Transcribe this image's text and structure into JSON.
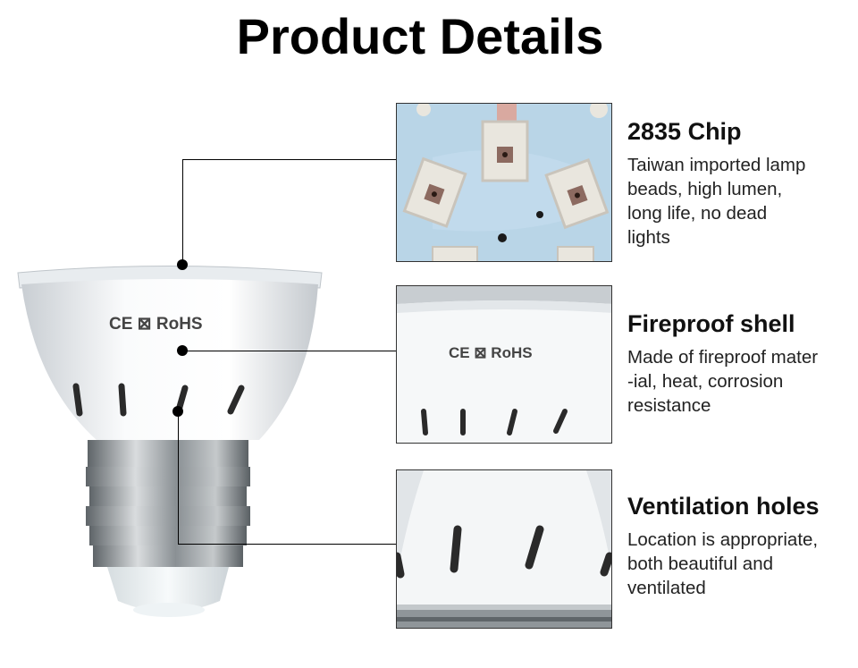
{
  "title": "Product Details",
  "bulb_marking": "CE ⊠ RoHS",
  "features": [
    {
      "heading": "2835 Chip",
      "description": "Taiwan imported lamp\nbeads, high lumen,\nlong life, no dead\nlights",
      "icon": "led-chip-closeup"
    },
    {
      "heading": "Fireproof shell",
      "description": "Made of fireproof mater\n-ial, heat, corrosion\nresistance",
      "icon": "shell-closeup"
    },
    {
      "heading": "Ventilation holes",
      "description": "Location is appropriate,\nboth beautiful and\nventilated",
      "icon": "vents-closeup"
    }
  ],
  "colors": {
    "chip_board": "#b8d4e6",
    "led": "#e8e4dc",
    "led_dot": "#8a2a2a",
    "shell": "#f2f4f6",
    "base_metal": "#9aa0a3"
  }
}
